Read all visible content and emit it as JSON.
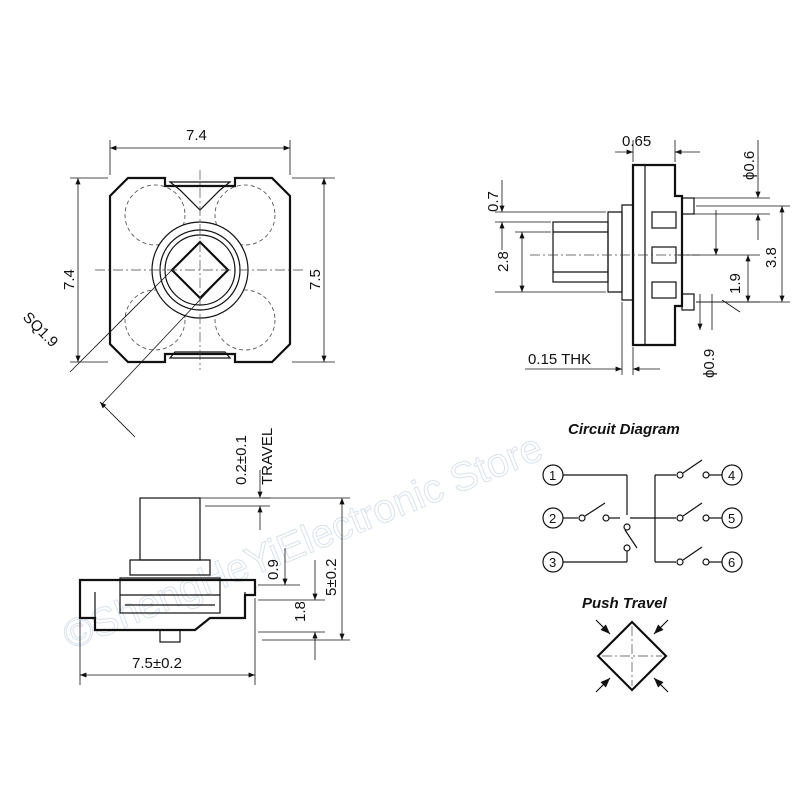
{
  "watermark": "©ShengHeYiElectronic Store",
  "top_view": {
    "width_label": "7.4",
    "height_label": "7.4",
    "side_label": "7.5",
    "shaft_label": "SQ1.9"
  },
  "side_view": {
    "shaft_label": "0.65",
    "pin_dia_top": "ϕ0.6",
    "dim_07": "0.7",
    "dim_28": "2.8",
    "dim_38": "3.8",
    "dim_19": "1.9",
    "pin_dia_bottom": "ϕ0.9",
    "thickness": "0.15 THK"
  },
  "front_view": {
    "travel": "0.2±0.1",
    "travel_word": "TRAVEL",
    "dim_09": "0.9",
    "dim_18": "1.8",
    "height": "5±0.2",
    "width": "7.5±0.2"
  },
  "circuit": {
    "title": "Circuit Diagram",
    "pins": [
      "1",
      "2",
      "3",
      "4",
      "5",
      "6"
    ]
  },
  "push": {
    "title": "Push Travel"
  }
}
